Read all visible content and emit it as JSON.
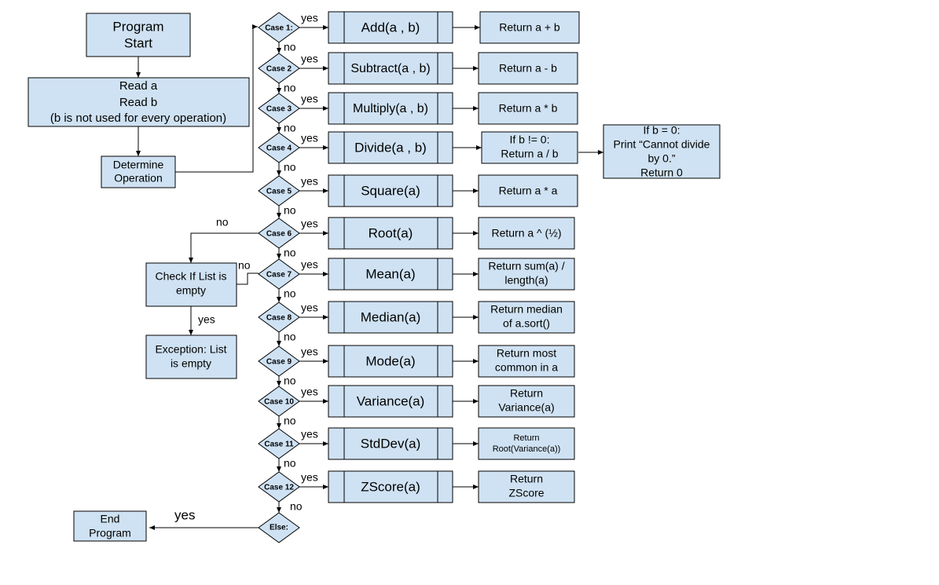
{
  "colors": {
    "box_fill": "#cfe2f3",
    "stroke": "#000000",
    "background": "#ffffff"
  },
  "start": {
    "line1": "Program",
    "line2": "Start"
  },
  "read": {
    "line1": "Read a",
    "line2": "Read b",
    "line3": "(b is not used for every operation)"
  },
  "determine": {
    "line1": "Determine",
    "line2": "Operation"
  },
  "check_list": {
    "line1": "Check If List is",
    "line2": "empty"
  },
  "exception": {
    "line1": "Exception: List",
    "line2": "is empty"
  },
  "end": {
    "line1": "End",
    "line2": "Program"
  },
  "else_label": "Else:",
  "cases": [
    {
      "label": "Case 1:",
      "func": "Add(a , b)",
      "result": [
        "Return a + b"
      ]
    },
    {
      "label": "Case 2",
      "func": "Subtract(a , b)",
      "result": [
        "Return a - b"
      ]
    },
    {
      "label": "Case 3",
      "func": "Multiply(a , b)",
      "result": [
        "Return a * b"
      ]
    },
    {
      "label": "Case 4",
      "func": "Divide(a , b)",
      "result": [
        "If b != 0:",
        "Return a / b"
      ]
    },
    {
      "label": "Case 5",
      "func": "Square(a)",
      "result": [
        "Return a * a"
      ]
    },
    {
      "label": "Case 6",
      "func": "Root(a)",
      "result": [
        "Return a ^ (½)"
      ]
    },
    {
      "label": "Case 7",
      "func": "Mean(a)",
      "result": [
        "Return sum(a) /",
        "length(a)"
      ]
    },
    {
      "label": "Case 8",
      "func": "Median(a)",
      "result": [
        "Return median",
        "of a.sort()"
      ]
    },
    {
      "label": "Case 9",
      "func": "Mode(a)",
      "result": [
        "Return most",
        "common in a"
      ]
    },
    {
      "label": "Case 10",
      "func": "Variance(a)",
      "result": [
        "Return",
        "Variance(a)"
      ]
    },
    {
      "label": "Case 11",
      "func": "StdDev(a)",
      "result": [
        "Return",
        "Root(Variance(a))"
      ]
    },
    {
      "label": "Case 12",
      "func": "ZScore(a)",
      "result": [
        "Return",
        "ZScore"
      ]
    }
  ],
  "divide_zero": {
    "line1": "If b = 0:",
    "line2": "Print “Cannot divide",
    "line3": "by 0.”",
    "line4": "Return 0"
  },
  "edge_labels": {
    "yes": "yes",
    "no": "no"
  }
}
